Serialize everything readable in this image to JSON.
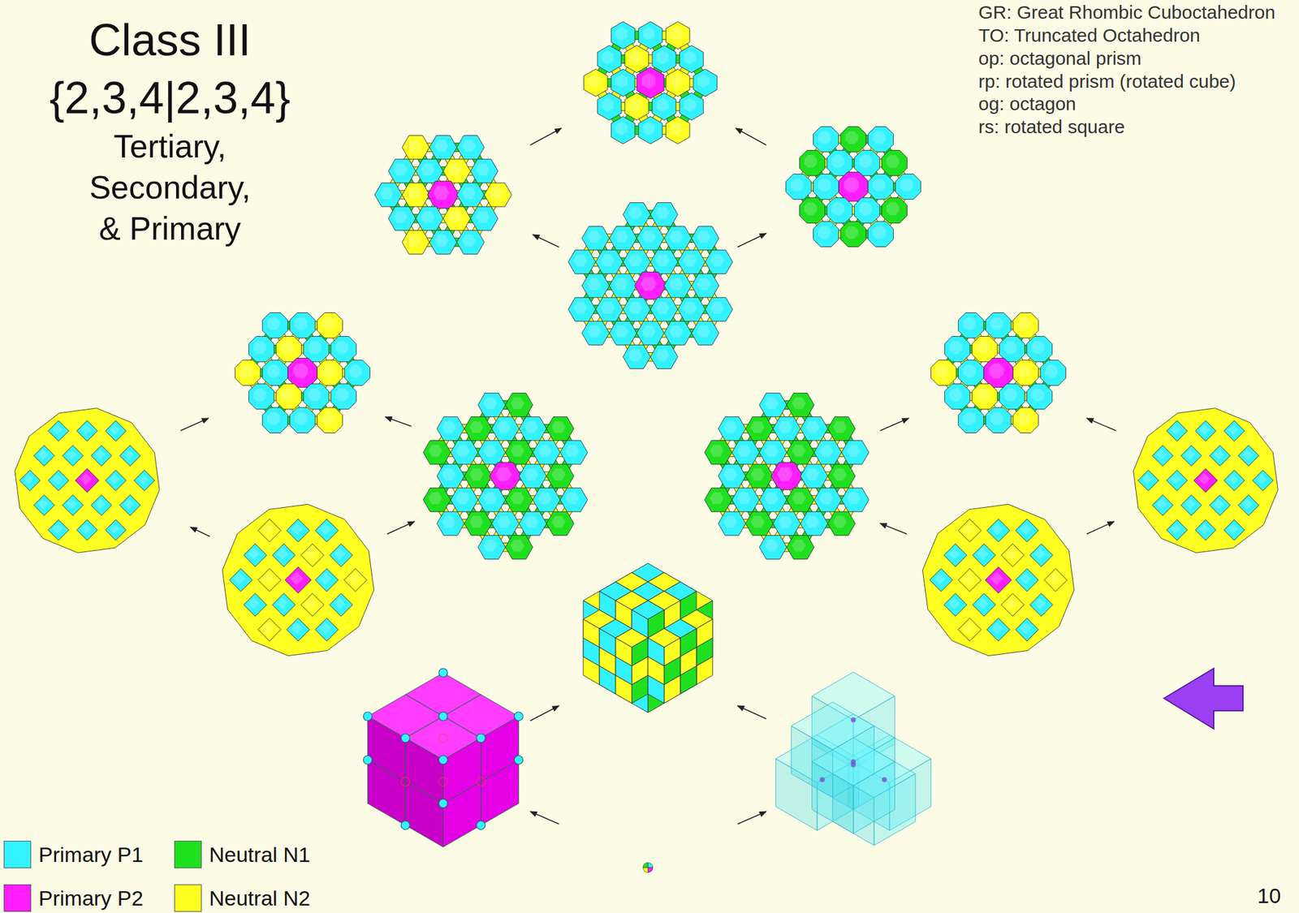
{
  "diagram": {
    "title": "Class III {2,3,4|2,3,4}",
    "labels": [
      "Tertiary, Secondary, & Primary",
      "GR: Great Rhombic Cuboctahedron",
      "TO: Truncated Octahedron",
      "op: octagonal prism",
      "rp: rotated prism (rotated cube)",
      "og: octagon",
      "rs: rotated square",
      "10"
    ],
    "legend": [
      {
        "text": "Primary P1",
        "color": "#33f2ff"
      },
      {
        "text": "Neutral N1",
        "color": "#1fe01f"
      },
      {
        "text": "Primary P2",
        "color": "#ff1eff"
      },
      {
        "text": "Neutral N2",
        "color": "#ffff22"
      }
    ]
  }
}
